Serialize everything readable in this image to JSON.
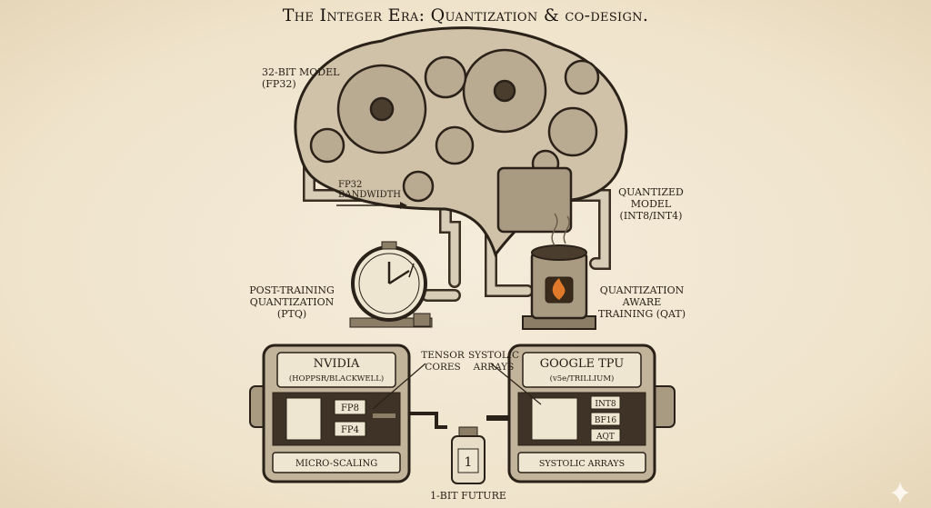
{
  "title": "The Integer Era: Quantization & co-design.",
  "labels": {
    "fp32_model": [
      "32-bit model",
      "(FP32)"
    ],
    "bandwidth": [
      "FP32",
      "bandwidth"
    ],
    "quantized_model": [
      "Quantized",
      "model",
      "(INT8/INT4)"
    ],
    "ptq": [
      "Post-training",
      "quantization",
      "(PTQ)"
    ],
    "qat": [
      "Quantization",
      "aware",
      "training (QAT)"
    ],
    "tensor_cores": [
      "Tensor",
      "cores"
    ],
    "systolic_callout": [
      "Systolic",
      "arrays"
    ],
    "one_bit": "1-bit future"
  },
  "nvidia": {
    "name": "NVIDIA",
    "sub": "(HOPPSR/BLACKWELL)",
    "formats": [
      "FP8",
      "FP4"
    ],
    "plate": "MICRO-SCALING"
  },
  "tpu": {
    "name": "GOOGLE TPU",
    "sub": "(v5e/TRILLIUM)",
    "formats": [
      "INT8",
      "BF16",
      "AQT"
    ],
    "plate": "SYSTOLIC ARRAYS"
  },
  "bottle_label": "1",
  "colors": {
    "parchment": "#f1e7d3",
    "ink": "#2a2118",
    "metal": "#b9ab92",
    "flame": "#e07a2a"
  }
}
